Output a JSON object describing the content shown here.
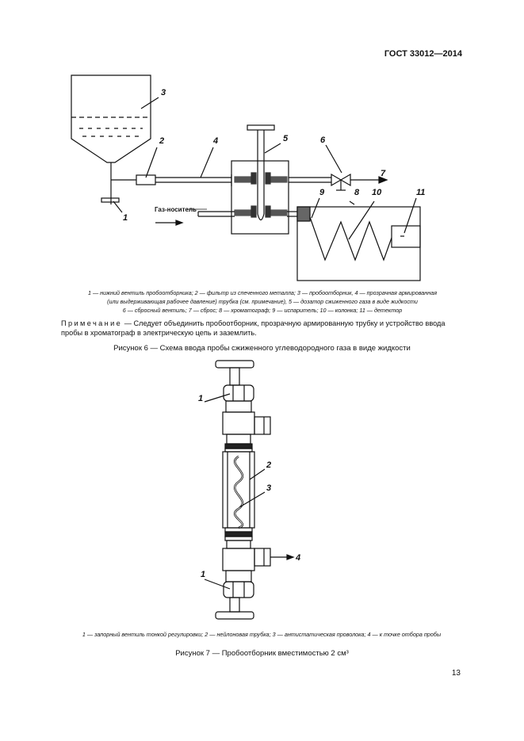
{
  "header": {
    "doc_code": "ГОСТ 33012—2014"
  },
  "figure6": {
    "labels": {
      "n1": "1",
      "n2": "2",
      "n3": "3",
      "n4": "4",
      "n5": "5",
      "n6": "6",
      "n7": "7",
      "n8": "8",
      "n9": "9",
      "n10": "10",
      "n11": "11",
      "carrier_gas": "Газ-носитель"
    },
    "legend_line1": "1 — нижний вентиль пробоотборника; 2 — фильтр из спеченного металла; 3 — пробоотборник, 4 — прозрачная армированная",
    "legend_line2": "(или выдерживающая рабочее давление) трубка (см. примечание), 5 — дозатор сжиженного газа в виде жидкости",
    "legend_line3": "6 — сбросный вентиль; 7 — сброс; 8 — хроматограф; 9 — испаритель; 10 — колонка; 11 — детектор",
    "note_head": "Примечание",
    "note_body": " — Следует объединить пробоотборник, прозрачную армированную трубку и устройство ввода пробы в хроматограф в электрическую цепь и заземлить.",
    "title": "Рисунок 6 — Схема ввода пробы сжиженного углеводородного газа в виде жидкости"
  },
  "figure7": {
    "labels": {
      "n1a": "1",
      "n1b": "1",
      "n2": "2",
      "n3": "3",
      "n4": "4"
    },
    "legend": "1 — запорный вентиль тонкой регулировки; 2 — нейлоновая трубка; 3 — антистатическая проволока; 4 — к точке отбора пробы",
    "title": "Рисунок 7 — Пробоотборник вместимостью 2 см³"
  },
  "page_number": "13"
}
